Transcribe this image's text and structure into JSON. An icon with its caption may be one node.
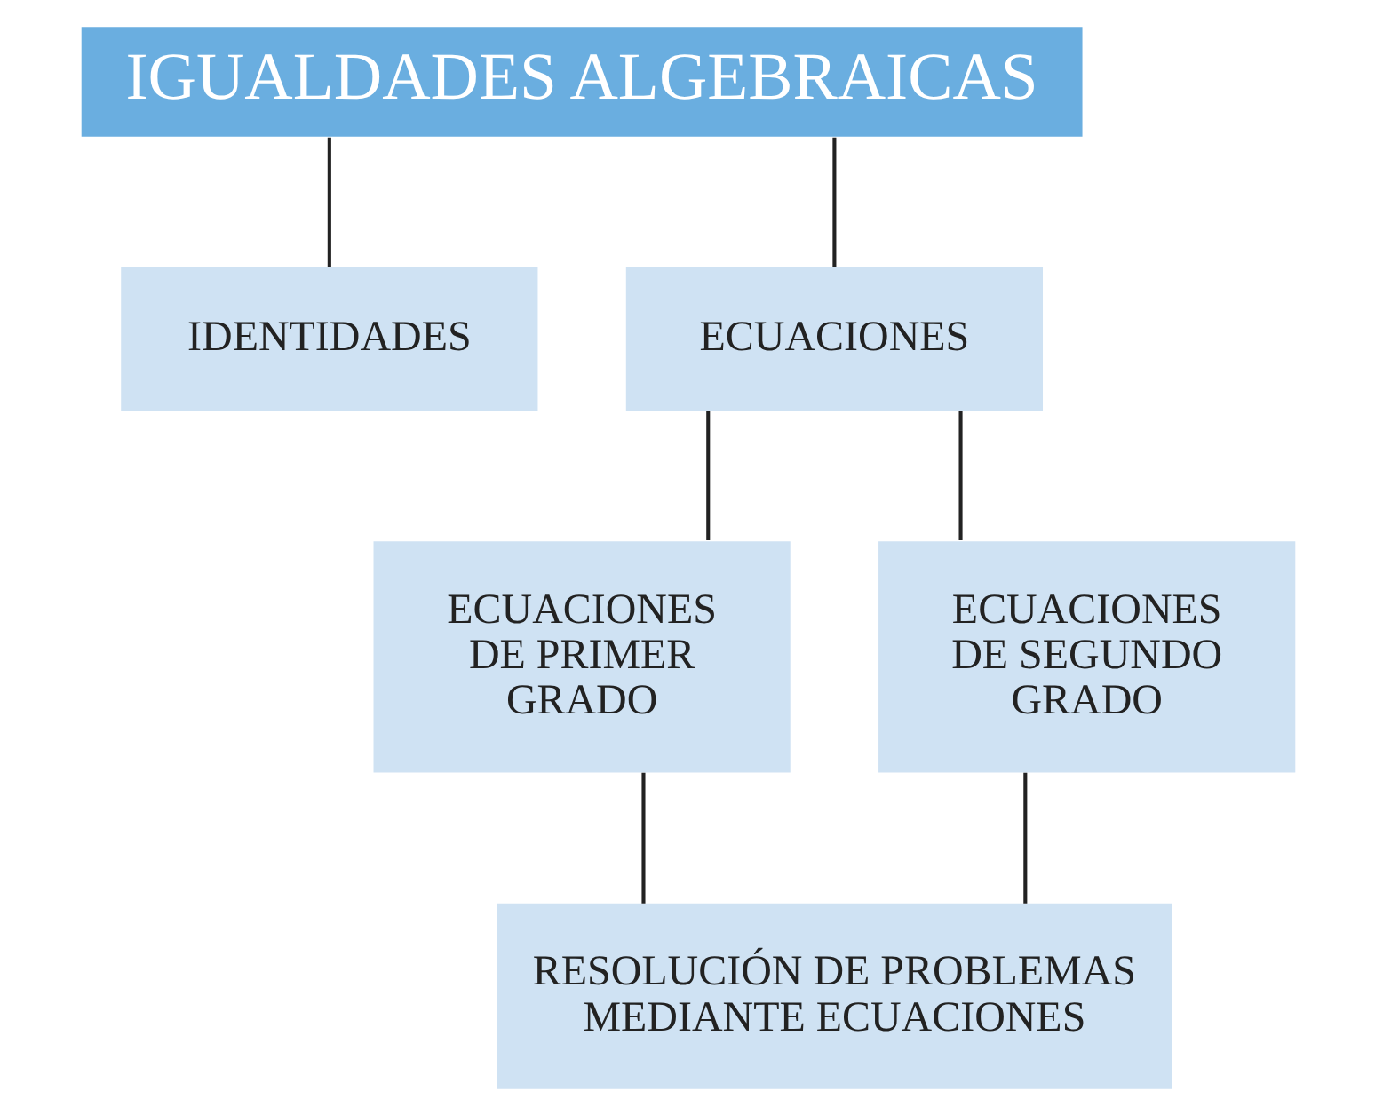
{
  "diagram": {
    "nodes": [
      {
        "text": [
          "IGUALDADES ALGEBRAICAS"
        ]
      },
      {
        "text": [
          "IDENTIDADES"
        ]
      },
      {
        "text": [
          "ECUACIONES"
        ]
      },
      {
        "text": [
          "ECUACIONES DE PRIMER GRADO"
        ]
      },
      {
        "text": [
          "ECUACIONES DE SEGUNDO GRADO"
        ]
      },
      {
        "text": [
          "RESOLUCIÓN DE PROBLEMAS MEDIANTE ECUACIONES"
        ]
      }
    ],
    "edges": [
      {
        "from": 0,
        "to": 1,
        "arrow": "none"
      },
      {
        "from": 0,
        "to": 2,
        "arrow": "none"
      },
      {
        "from": 2,
        "to": 3,
        "arrow": "none"
      },
      {
        "from": 2,
        "to": 4,
        "arrow": "none"
      },
      {
        "from": 3,
        "to": 5,
        "arrow": "none"
      },
      {
        "from": 4,
        "to": 5,
        "arrow": "none"
      }
    ]
  }
}
